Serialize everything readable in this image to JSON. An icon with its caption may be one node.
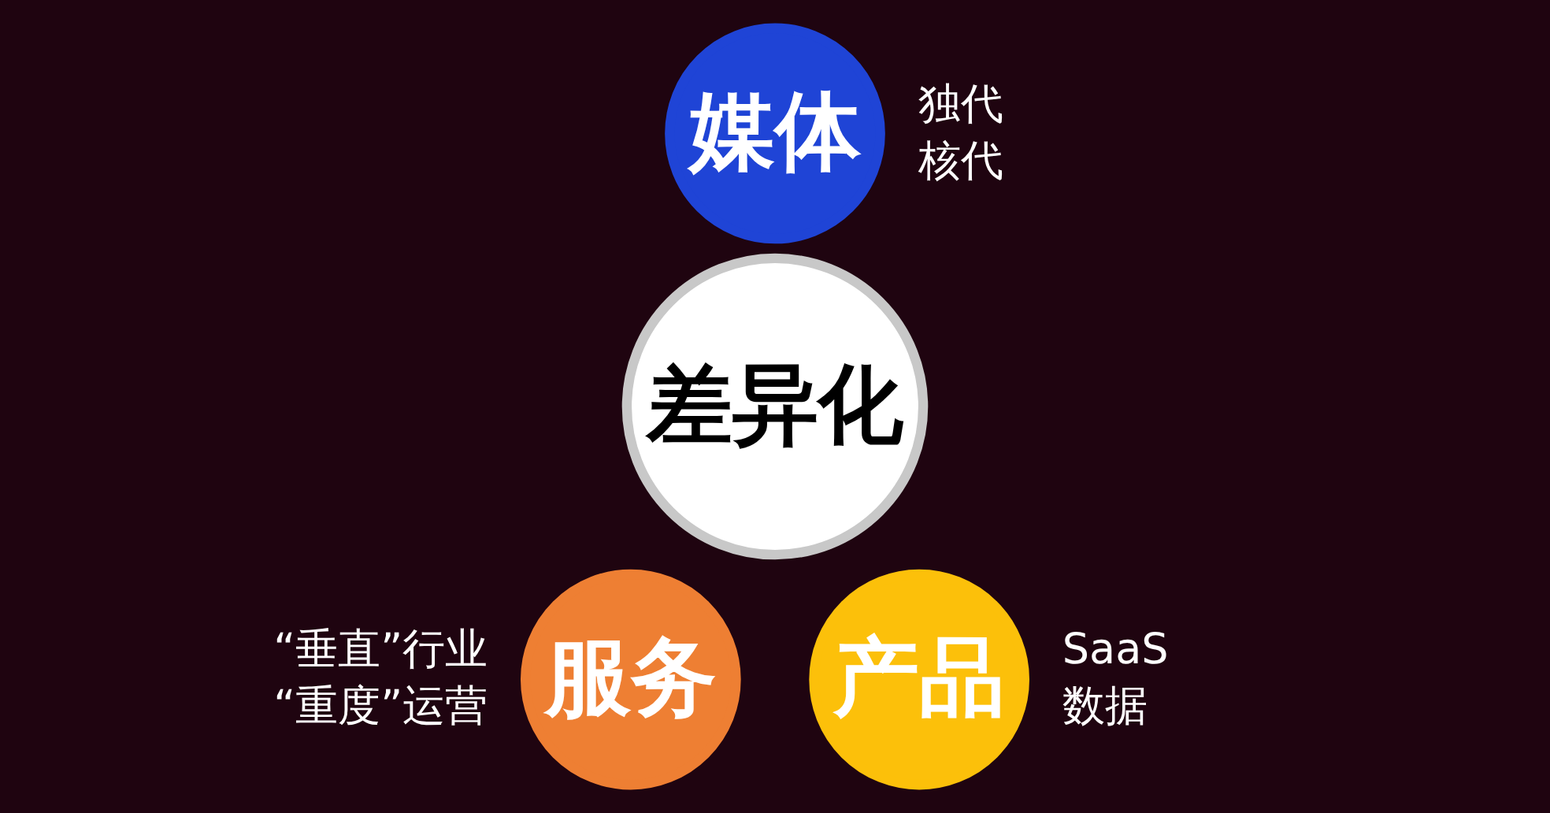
{
  "diagram": {
    "nodes": [
      {
        "text": [
          "媒体"
        ],
        "beside": [
          "独代",
          "核代"
        ]
      },
      {
        "text": [
          "差异化"
        ]
      },
      {
        "text": [
          "服务"
        ],
        "beside": [
          "“垂直”行业",
          "“重度”运营"
        ]
      },
      {
        "text": [
          "产品"
        ],
        "beside": [
          "SaaS",
          "数据"
        ]
      }
    ],
    "edges": []
  }
}
